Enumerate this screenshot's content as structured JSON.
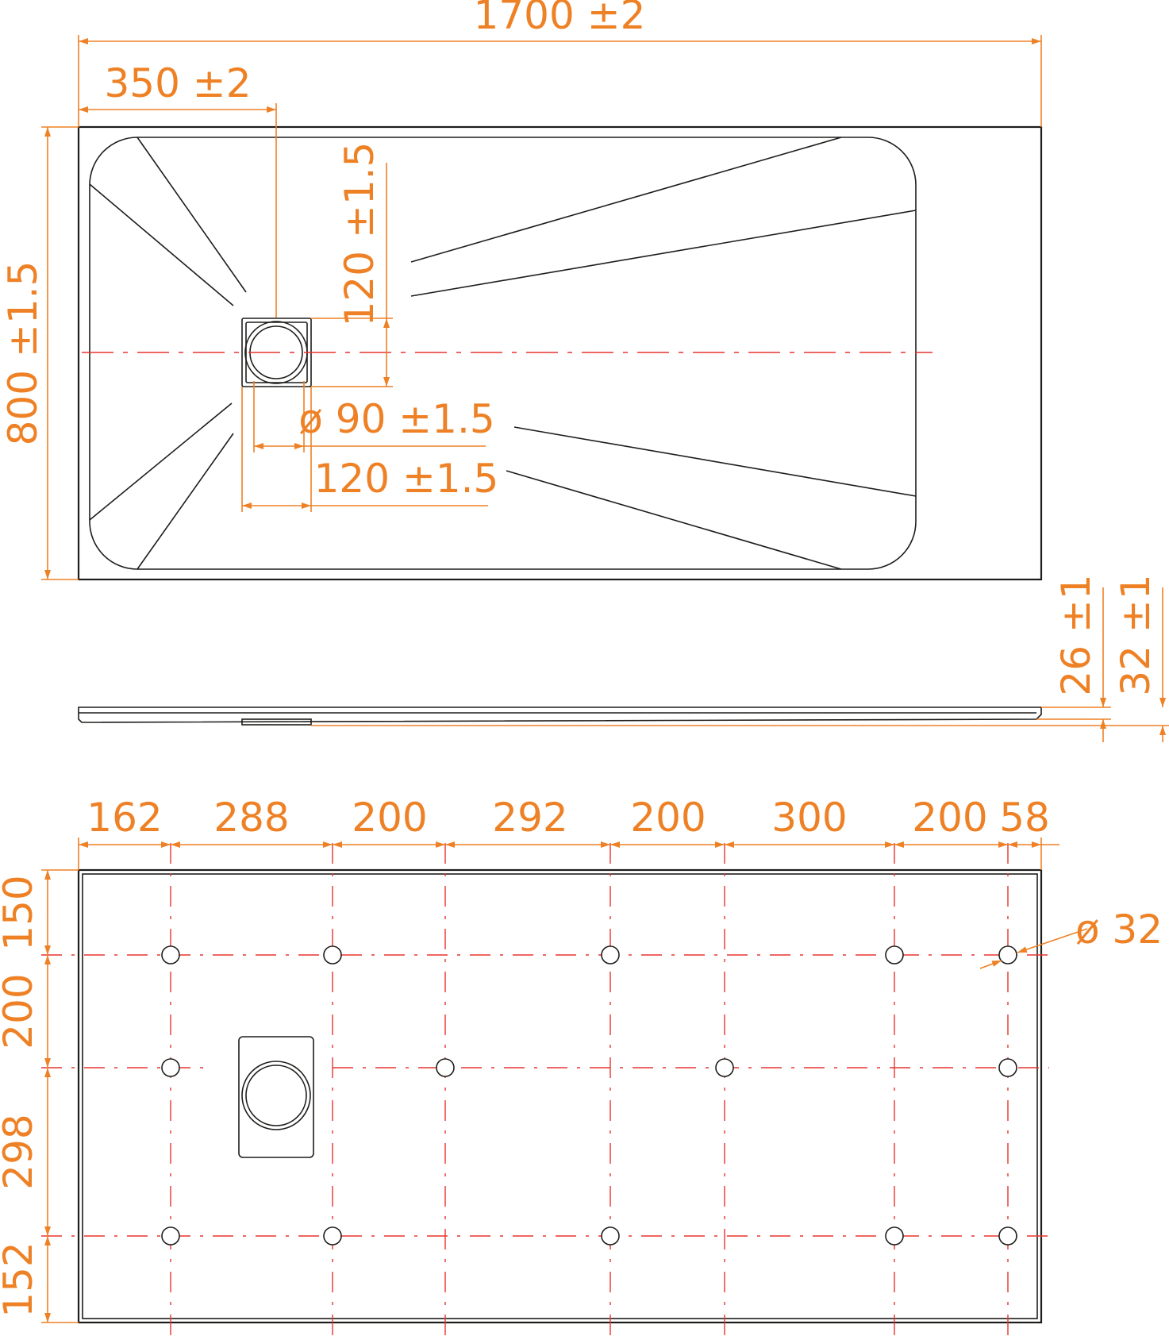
{
  "colors": {
    "dimension": "#ee8125",
    "outline": "#1d1d1b",
    "centerline": "#e8332e",
    "background": "#ffffff"
  },
  "top_view": {
    "overall_length": "1700 ±2",
    "drain_offset": "350 ±2",
    "overall_width": "800 ±1.5",
    "drain_height": "120 ±1.5",
    "drain_diameter": "ø 90 ±1.5",
    "drain_width": "120 ±1.5"
  },
  "side_view": {
    "thickness_body": "26 ±1",
    "thickness_total": "32 ±1"
  },
  "bottom_view": {
    "horizontal_spacings": [
      "162",
      "288",
      "200",
      "292",
      "200",
      "300",
      "200",
      "58"
    ],
    "vertical_spacings": [
      "150",
      "200",
      "298",
      "152"
    ],
    "foot_diameter": "ø 32"
  }
}
